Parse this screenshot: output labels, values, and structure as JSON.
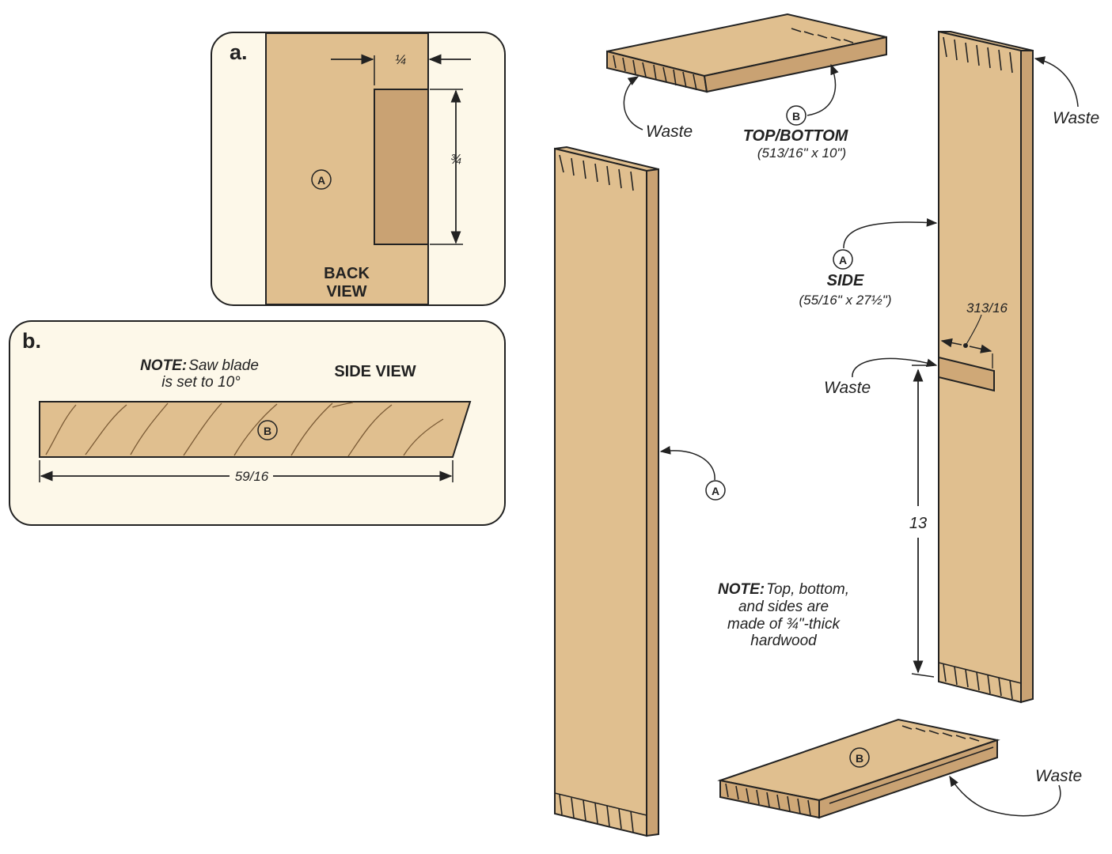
{
  "colors": {
    "wood": "#e0bf8f",
    "wood_dark": "#c9a273",
    "wood_side": "#cfa877",
    "inset_bg": "#fdf8e9",
    "outline": "#222222"
  },
  "panel_a": {
    "letter": "a.",
    "dim_width": "¼",
    "dim_height": "¾",
    "part_label": "A",
    "view_line1": "BACK",
    "view_line2": "VIEW"
  },
  "panel_b": {
    "letter": "b.",
    "note_bold": "NOTE:",
    "note_line1": "Saw blade",
    "note_line2": "is set to 10°",
    "view_label": "SIDE VIEW",
    "part_label": "B",
    "dim_length": "59/16"
  },
  "main": {
    "top_part_label": "B",
    "top_name": "TOP/BOTTOM",
    "top_size": "(513/16\" x 10\")",
    "waste_top_left": "Waste",
    "waste_top_right": "Waste",
    "side_part_label": "A",
    "side_name": "SIDE",
    "side_size": "(55/16\" x 27½\")",
    "dim_notch_width": "313/16",
    "waste_notch": "Waste",
    "dim_13": "13",
    "left_part_label": "A",
    "note_bold": "NOTE:",
    "note_line1": "Top, bottom,",
    "note_line2": "and sides are",
    "note_line3": "made of ¾\"-thick",
    "note_line4": "hardwood",
    "bottom_part_label": "B",
    "waste_bottom": "Waste"
  }
}
